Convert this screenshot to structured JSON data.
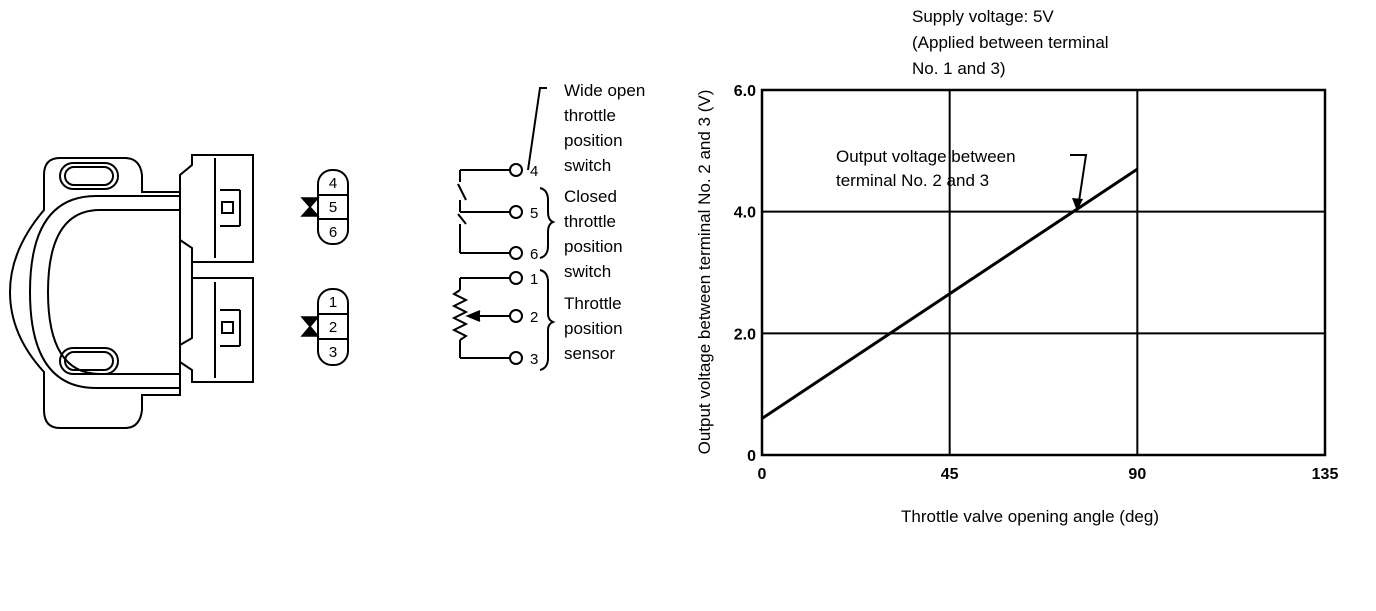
{
  "connector_upper_pins": [
    "4",
    "5",
    "6"
  ],
  "connector_lower_pins": [
    "1",
    "2",
    "3"
  ],
  "schematic_terminals": [
    "4",
    "5",
    "6",
    "1",
    "2",
    "3"
  ],
  "labels": {
    "wide_open": [
      "Wide open",
      "throttle",
      "position",
      "switch"
    ],
    "closed": [
      "Closed",
      "throttle",
      "position",
      "switch"
    ],
    "sensor": [
      "Throttle",
      "position",
      "sensor"
    ]
  },
  "notes": {
    "supply": [
      "Supply voltage: 5V",
      "(Applied between terminal",
      "No. 1 and 3)"
    ],
    "output_callout": [
      "Output voltage between",
      "terminal No. 2 and 3"
    ]
  },
  "chart_data": {
    "type": "line",
    "xlabel": "Throttle valve opening angle (deg)",
    "ylabel": "Output voltage between terminal No. 2 and 3 (V)",
    "xlim": [
      0,
      135
    ],
    "ylim": [
      0,
      6
    ],
    "x_ticks": [
      "0",
      "45",
      "90",
      "135"
    ],
    "y_ticks": [
      "0",
      "2.0",
      "4.0",
      "6.0"
    ],
    "grid": true,
    "series": [
      {
        "name": "Output voltage between terminal No. 2 and 3",
        "x": [
          0,
          90
        ],
        "y": [
          0.6,
          4.7
        ]
      }
    ]
  }
}
